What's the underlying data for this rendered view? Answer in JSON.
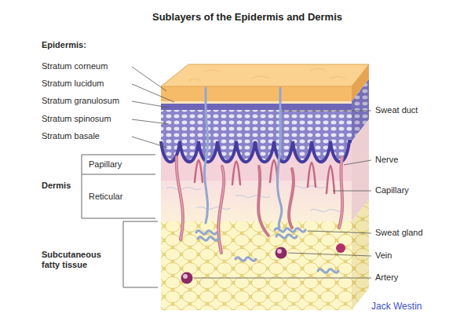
{
  "diagram": {
    "title": "Sublayers of the Epidermis and Dermis",
    "labels": [
      "Epidermis:",
      "Stratum corneum",
      "Stratum lucidum",
      "Stratum granulosum",
      "Stratum spinosum",
      "Stratum basale",
      "Papillary",
      "Dermis",
      "Reticular",
      "Subcutaneous fatty tissue",
      "Sweat duct",
      "Nerve",
      "Capillary",
      "Sweat gland",
      "Vein",
      "Artery",
      "Jack Westin"
    ]
  }
}
